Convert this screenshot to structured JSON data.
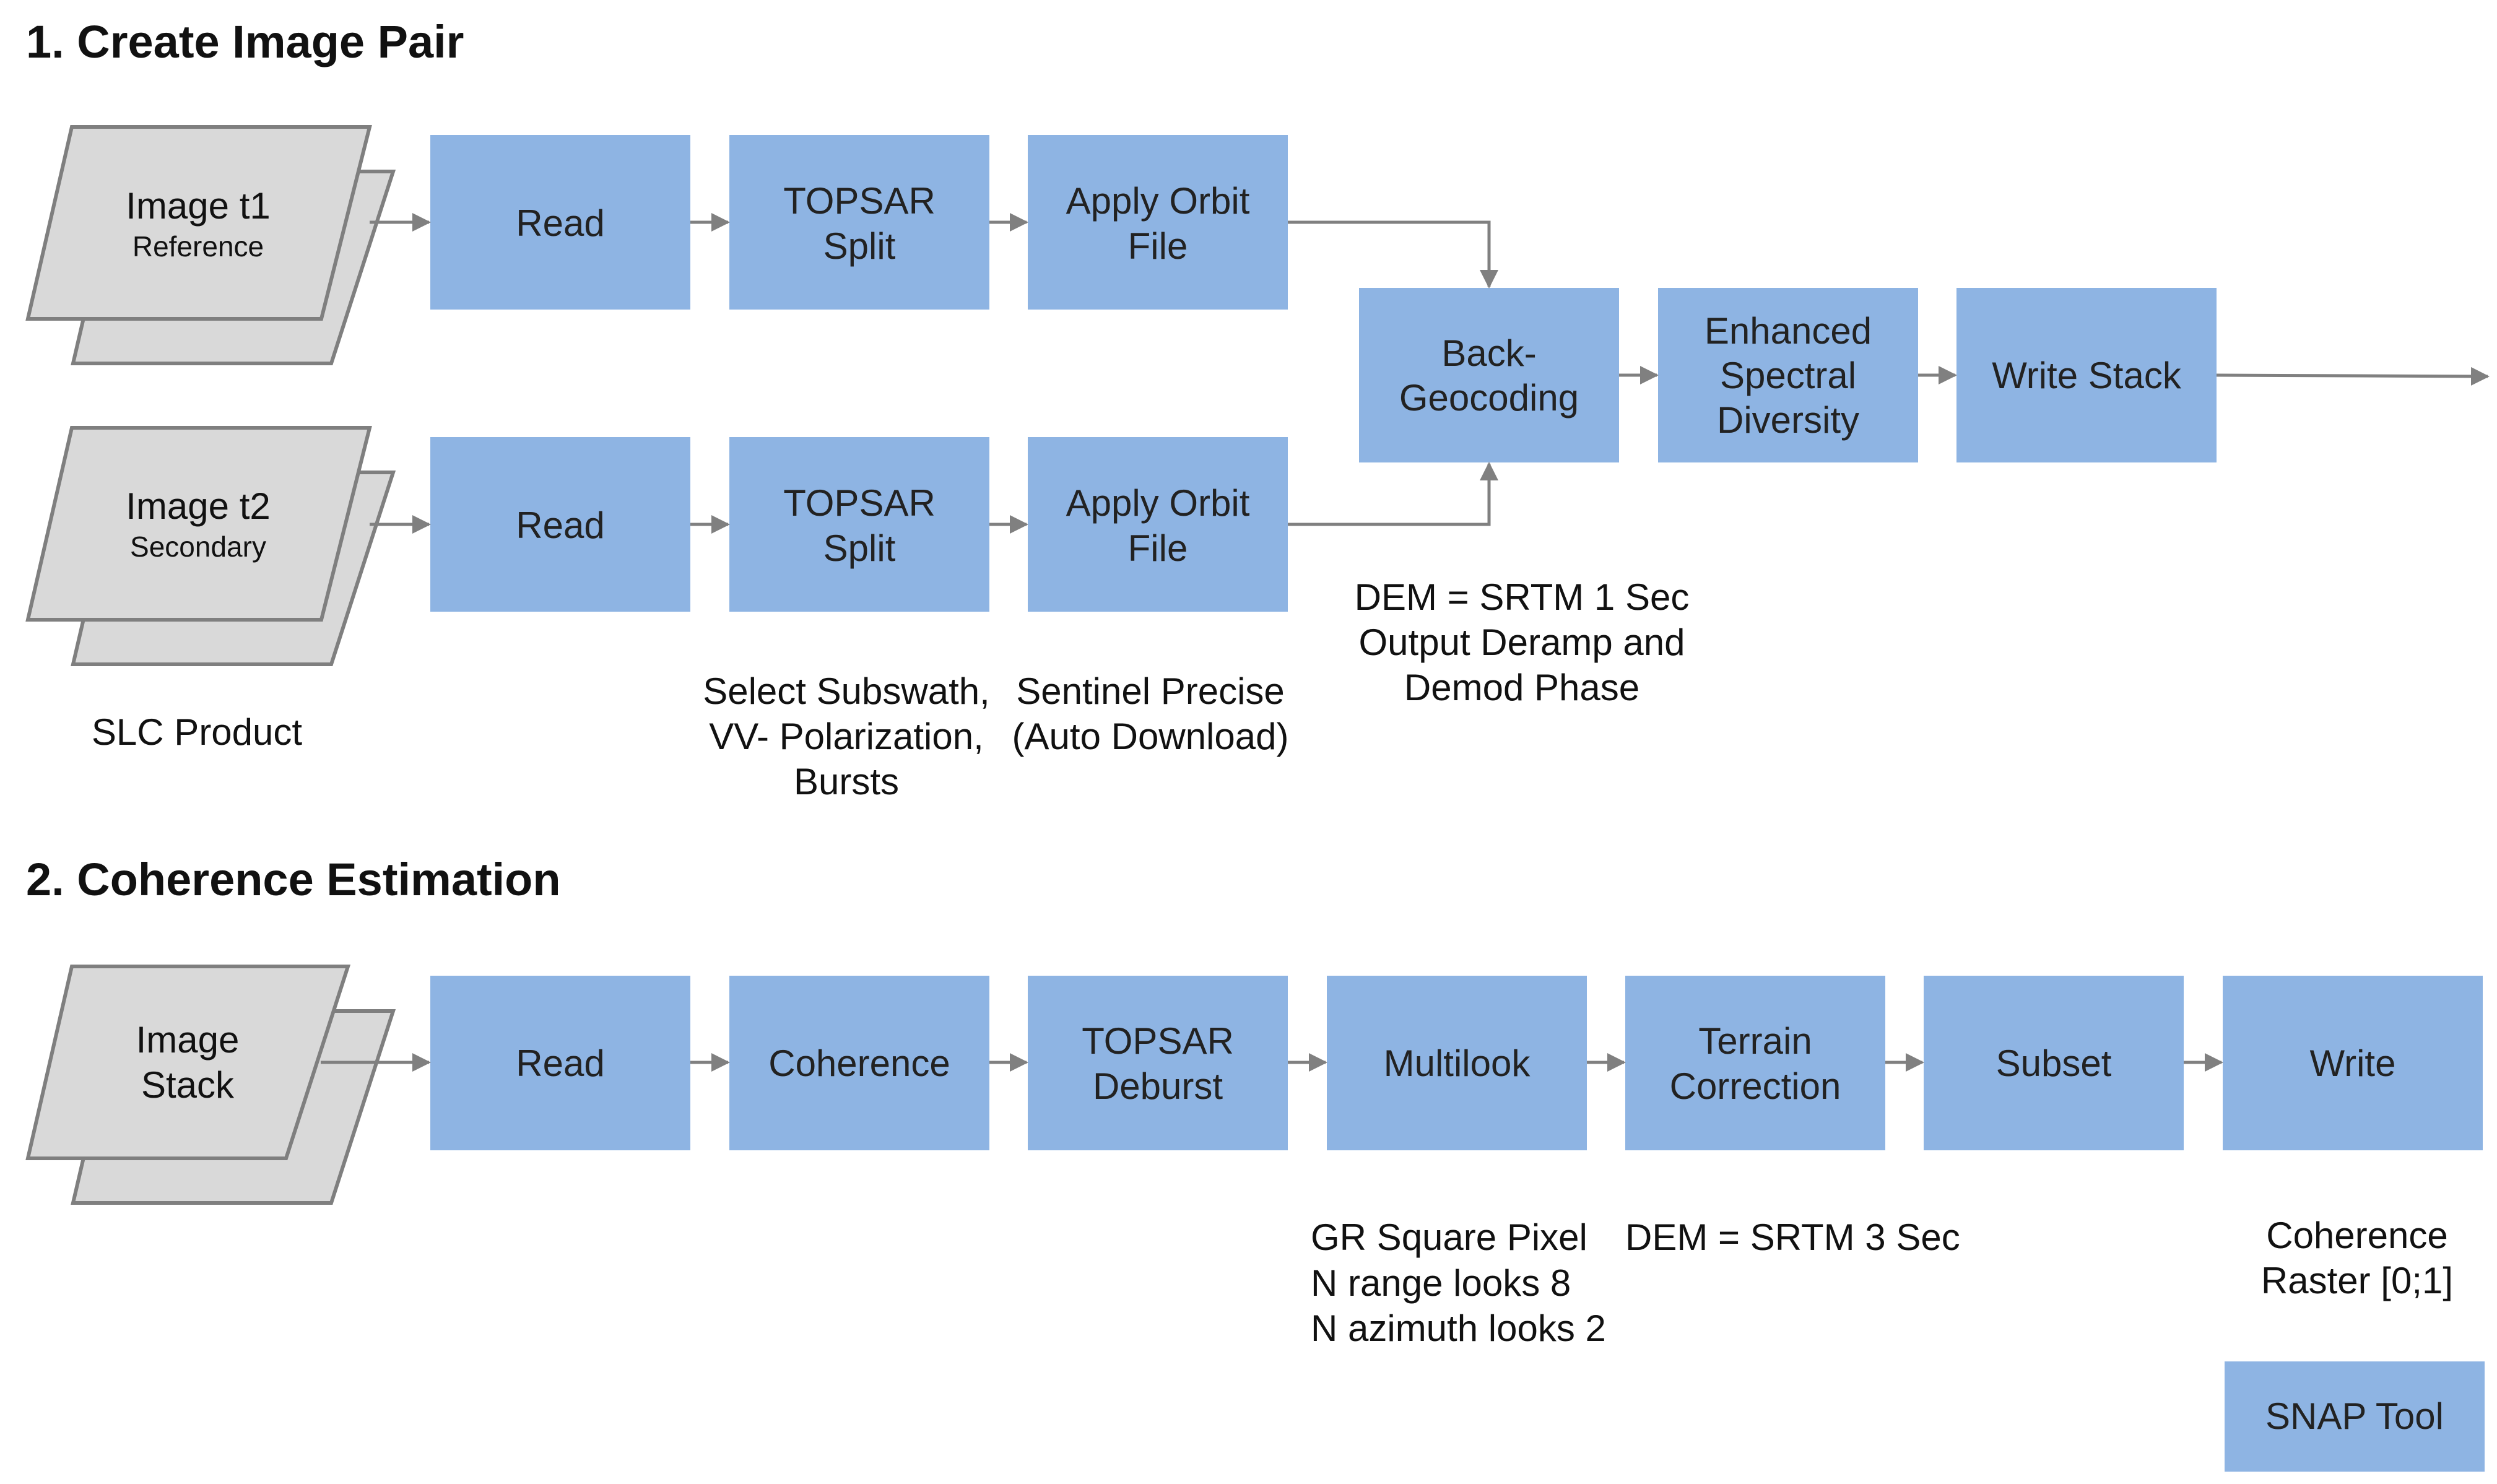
{
  "colors": {
    "box_fill": "#8eb4e3",
    "input_fill": "#d9d9d9",
    "input_stroke": "#7f7f7f",
    "arrow": "#808080"
  },
  "section1": {
    "title": "1. Create Image Pair",
    "image_t1": {
      "label": "Image t1",
      "sub": "Reference"
    },
    "image_t2": {
      "label": "Image t2",
      "sub": "Secondary"
    },
    "row1": {
      "read": "Read",
      "split": [
        "TOPSAR",
        "Split"
      ],
      "orbit": [
        "Apply Orbit",
        "File"
      ]
    },
    "row2": {
      "read": "Read",
      "split": [
        "TOPSAR",
        "Split"
      ],
      "orbit": [
        "Apply Orbit",
        "File"
      ]
    },
    "backgeo": [
      "Back-",
      "Geocoding"
    ],
    "esd": [
      "Enhanced",
      "Spectral",
      "Diversity"
    ],
    "writestack": "Write Stack",
    "notes": {
      "slc": "SLC Product",
      "split": [
        "Select Subswath,",
        "VV- Polarization,",
        "Bursts"
      ],
      "orbit": [
        "Sentinel Precise",
        "(Auto Download)"
      ],
      "backgeo": [
        "DEM = SRTM 1 Sec",
        "Output Deramp and",
        "Demod Phase"
      ]
    }
  },
  "section2": {
    "title": "2. Coherence Estimation",
    "image_stack": [
      "Image",
      "Stack"
    ],
    "read": "Read",
    "coherence": "Coherence",
    "deburst": [
      "TOPSAR",
      "Deburst"
    ],
    "multilook": "Multilook",
    "terrain": [
      "Terrain",
      "Correction"
    ],
    "subset": "Subset",
    "write": "Write",
    "notes": {
      "multilook": [
        "GR Square Pixel",
        "N range looks 8",
        "N azimuth looks 2"
      ],
      "terrain": "DEM = SRTM 3 Sec",
      "write": [
        "Coherence",
        "Raster [0;1]"
      ]
    },
    "legend": "SNAP Tool"
  }
}
